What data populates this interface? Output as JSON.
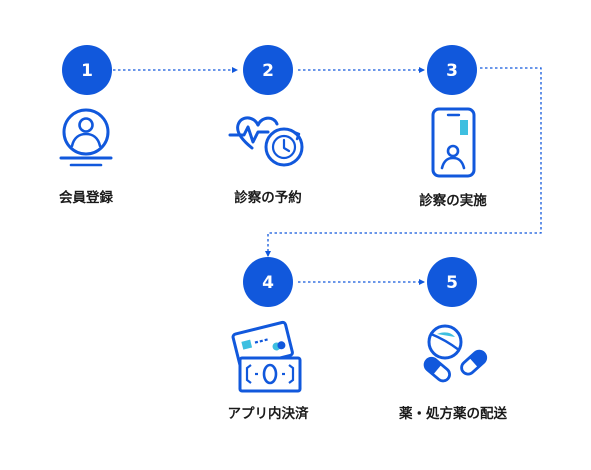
{
  "colors": {
    "accent": "#1158dc",
    "accent_light": "#3ebfe0",
    "label": "#1a1a1a",
    "background": "#ffffff"
  },
  "steps": [
    {
      "number": "1",
      "label": "会員登録",
      "icon": "user-profile-icon"
    },
    {
      "number": "2",
      "label": "診察の予約",
      "icon": "heartbeat-clock-icon"
    },
    {
      "number": "3",
      "label": "診察の実施",
      "icon": "smartphone-doctor-icon"
    },
    {
      "number": "4",
      "label": "アプリ内決済",
      "icon": "credit-card-cash-icon"
    },
    {
      "number": "5",
      "label": "薬・処方薬の配送",
      "icon": "pills-capsules-icon"
    }
  ]
}
